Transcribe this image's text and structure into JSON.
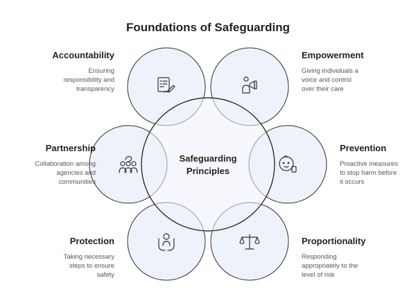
{
  "title": "Foundations of Safeguarding",
  "center": {
    "line1": "Safeguarding",
    "line2": "Principles"
  },
  "principles": [
    {
      "name": "Accountability",
      "desc1": "Ensuring",
      "desc2": "responsibility and",
      "desc3": "transparency",
      "icon": "document-signing-icon"
    },
    {
      "name": "Empowerment",
      "desc1": "Giving individuals a",
      "desc2": "voice and control",
      "desc3": "over their care",
      "icon": "megaphone-icon"
    },
    {
      "name": "Partnership",
      "desc1": "Collaboration among",
      "desc2": "agencies and",
      "desc3": "communities",
      "icon": "group-handshake-icon"
    },
    {
      "name": "Prevention",
      "desc1": "Proactive measures",
      "desc2": "to stop harm before",
      "desc3": "it occurs",
      "icon": "baby-face-icon"
    },
    {
      "name": "Protection",
      "desc1": "Taking necessary",
      "desc2": "steps to ensure",
      "desc3": "safety",
      "icon": "protecting-hands-icon"
    },
    {
      "name": "Proportionality",
      "desc1": "Responding",
      "desc2": "appropriately to the",
      "desc3": "level of risk",
      "icon": "balance-scale-icon"
    }
  ],
  "colors": {
    "circle_fill": "#eef2fb",
    "stroke": "#2e2e2e",
    "title": "#222222",
    "desc": "#555555"
  }
}
